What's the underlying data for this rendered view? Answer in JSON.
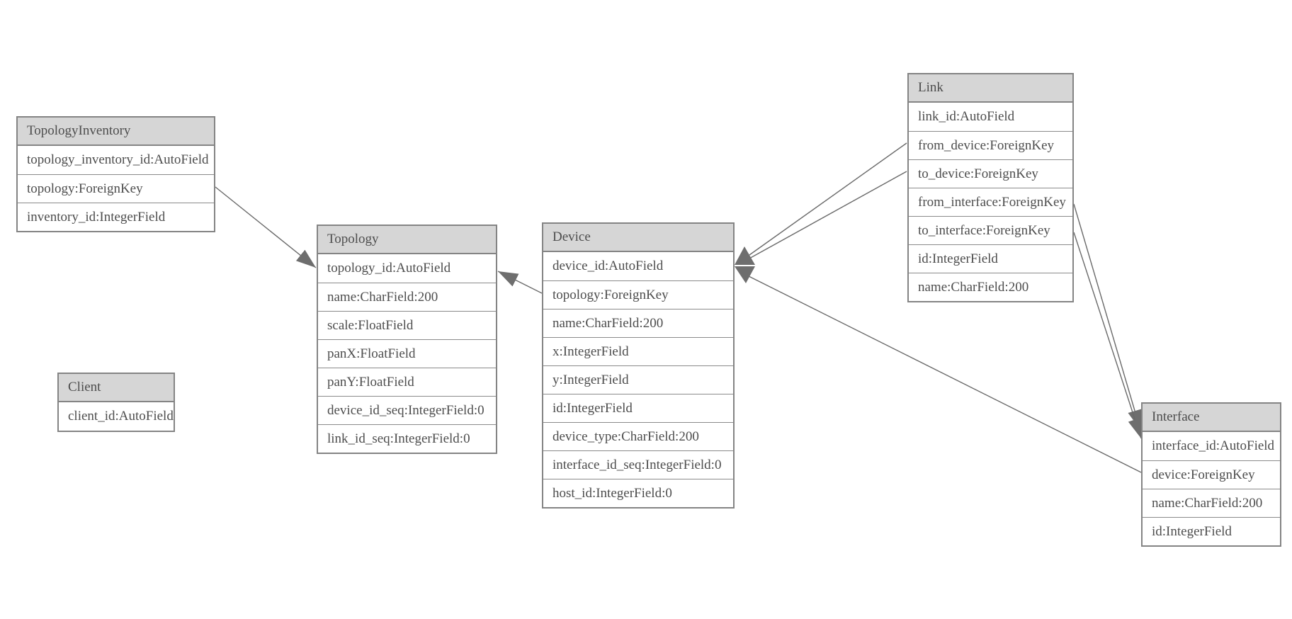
{
  "diagram": {
    "type": "entity-relationship-model-diagram",
    "background": "#ffffff",
    "colors": {
      "header_fill": "#d6d6d6",
      "border": "#848484",
      "row_separator": "#8a8a8a",
      "text": "#4d4d4d",
      "edge_line": "#696969",
      "arrowhead": "#6e6e6e"
    },
    "entities": [
      {
        "name": "TopologyInventory",
        "fields": [
          "topology_inventory_id:AutoField",
          "topology:ForeignKey",
          "inventory_id:IntegerField"
        ]
      },
      {
        "name": "Topology",
        "fields": [
          "topology_id:AutoField",
          "name:CharField:200",
          "scale:FloatField",
          "panX:FloatField",
          "panY:FloatField",
          "device_id_seq:IntegerField:0",
          "link_id_seq:IntegerField:0"
        ]
      },
      {
        "name": "Client",
        "fields": [
          "client_id:AutoField"
        ]
      },
      {
        "name": "Device",
        "fields": [
          "device_id:AutoField",
          "topology:ForeignKey",
          "name:CharField:200",
          "x:IntegerField",
          "y:IntegerField",
          "id:IntegerField",
          "device_type:CharField:200",
          "interface_id_seq:IntegerField:0",
          "host_id:IntegerField:0"
        ]
      },
      {
        "name": "Link",
        "fields": [
          "link_id:AutoField",
          "from_device:ForeignKey",
          "to_device:ForeignKey",
          "from_interface:ForeignKey",
          "to_interface:ForeignKey",
          "id:IntegerField",
          "name:CharField:200"
        ]
      },
      {
        "name": "Interface",
        "fields": [
          "interface_id:AutoField",
          "device:ForeignKey",
          "name:CharField:200",
          "id:IntegerField"
        ]
      }
    ],
    "relationships": [
      {
        "from": "TopologyInventory.topology",
        "to": "Topology.topology_id"
      },
      {
        "from": "Device.topology",
        "to": "Topology.topology_id"
      },
      {
        "from": "Link.from_device",
        "to": "Device.device_id"
      },
      {
        "from": "Link.to_device",
        "to": "Device.device_id"
      },
      {
        "from": "Link.from_interface",
        "to": "Interface.interface_id"
      },
      {
        "from": "Link.to_interface",
        "to": "Interface.interface_id"
      },
      {
        "from": "Interface.device",
        "to": "Device.device_id"
      }
    ]
  }
}
